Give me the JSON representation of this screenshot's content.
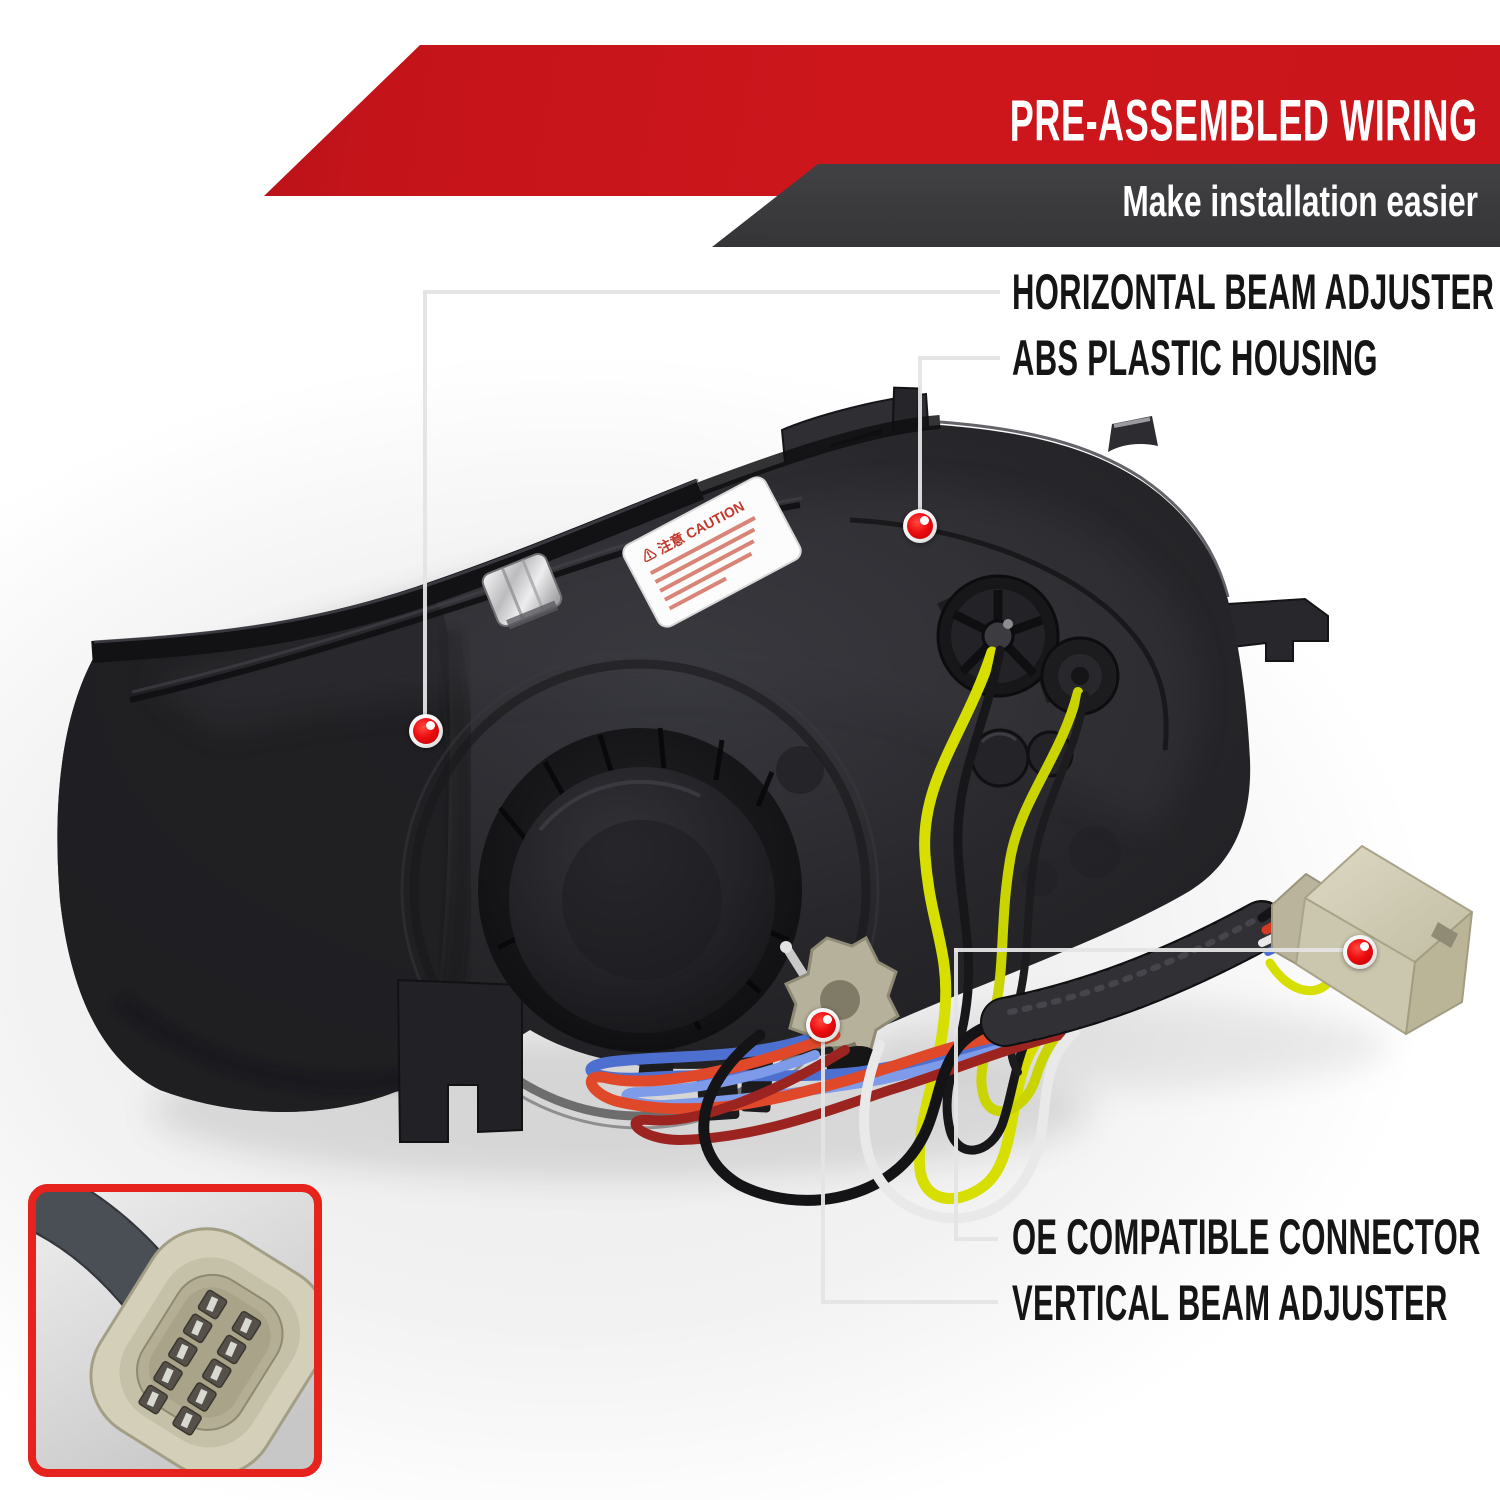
{
  "banner": {
    "title": "PRE-ASSEMBLED WIRING",
    "subtitle": "Make installation easier"
  },
  "callouts": [
    {
      "id": "horizontal-beam-adjuster",
      "label": "HORIZONTAL BEAM ADJUSTER"
    },
    {
      "id": "abs-plastic-housing",
      "label": "ABS PLASTIC HOUSING"
    },
    {
      "id": "oe-compatible-connector",
      "label": "OE COMPATIBLE CONNECTOR"
    },
    {
      "id": "vertical-beam-adjuster",
      "label": "VERTICAL BEAM ADJUSTER"
    }
  ],
  "caution_label": {
    "heading": "⚠ 注意 CAUTION"
  },
  "colors": {
    "banner_red": "#cd161c",
    "banner_gray": "#3a3a3d",
    "callout_line": "#e4e4e4",
    "marker_red": "#ee0d10",
    "inset_border": "#e6231d",
    "housing_dark": "#232326",
    "connector_beige": "#cdc9b0",
    "wire_yellow": "#d6df00",
    "wire_blue": "#4d6fd0",
    "wire_light_blue": "#7d9be8",
    "wire_red": "#e0482a",
    "wire_dark_red": "#9c2420",
    "wire_white": "#ececec",
    "wire_black": "#141414"
  }
}
